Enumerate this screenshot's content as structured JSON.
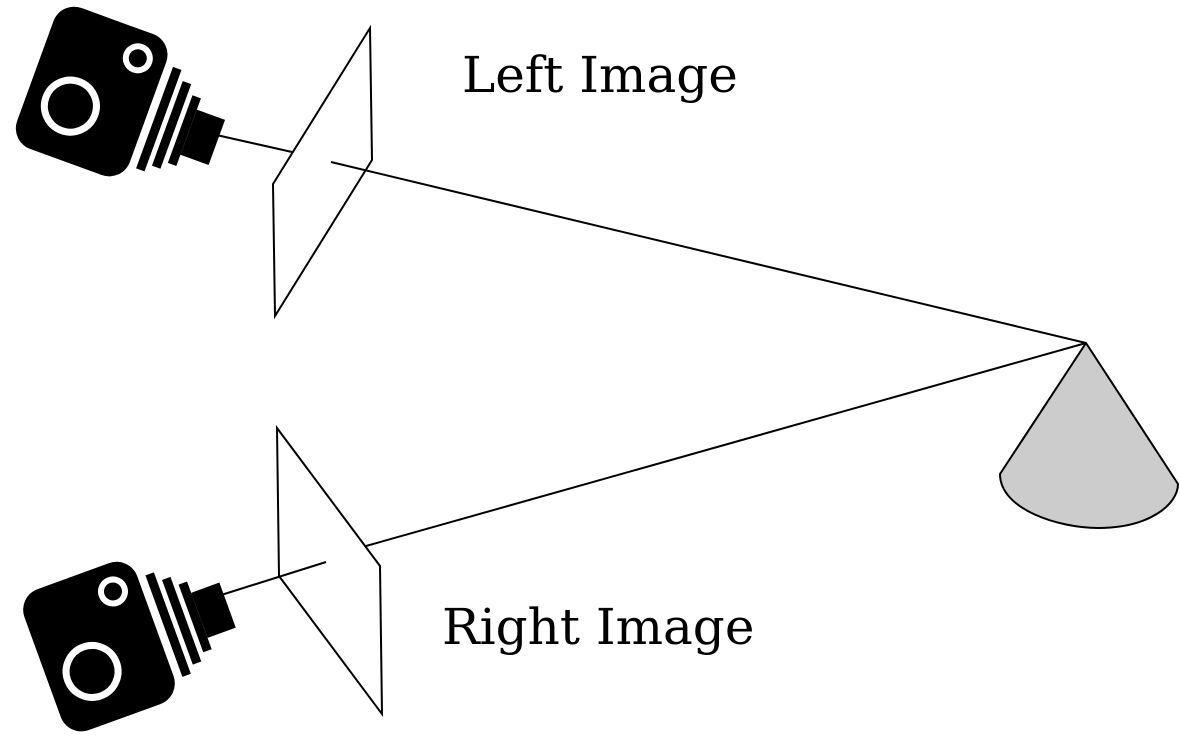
{
  "labels": {
    "left_image": "Left Image",
    "right_image": "Right Image"
  },
  "colors": {
    "stroke": "#000000",
    "camera_body": "#000000",
    "camera_detail": "#ffffff",
    "object_fill": "#cccccc",
    "background": "#ffffff"
  },
  "icons": {
    "left_camera": "camera-icon",
    "right_camera": "camera-icon",
    "object": "cone-shape"
  }
}
